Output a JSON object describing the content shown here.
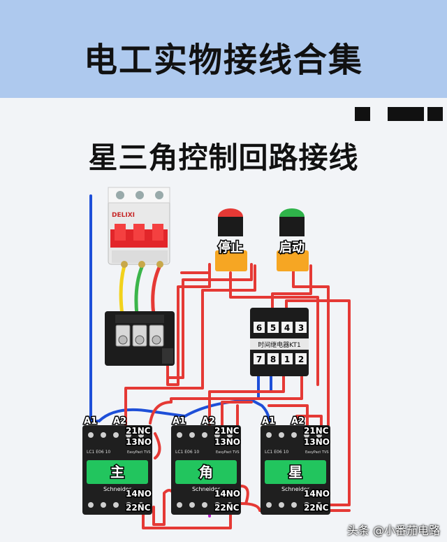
{
  "banner": {
    "title": "电工实物接线合集"
  },
  "subtitle": "星三角控制回路接线",
  "breaker": {
    "brand": "DELIXI"
  },
  "buttons": {
    "stop": "停止",
    "start": "启动"
  },
  "timer": {
    "top_terminals": [
      "6",
      "5",
      "4",
      "3"
    ],
    "bottom_terminals": [
      "7",
      "8",
      "1",
      "2"
    ],
    "label": "时间继电器KT1"
  },
  "contactors": [
    {
      "name": "主",
      "a1": "A1",
      "a2": "A2",
      "t21": "21NC",
      "t13": "13NO",
      "t14": "14NO",
      "t22": "22NC",
      "model": "LC1 E06 10",
      "brand": "Schneider",
      "series": "EasyPact TVS"
    },
    {
      "name": "角",
      "a1": "A1",
      "a2": "A2",
      "t21": "21NC",
      "t13": "13NO",
      "t14": "14NO",
      "t22": "22NC",
      "model": "LC1 E06 10",
      "brand": "Schneider",
      "series": "EasyPact TVS"
    },
    {
      "name": "星",
      "a1": "A1",
      "a2": "A2",
      "t21": "21NC",
      "t13": "13NO",
      "t14": "14NO",
      "t22": "22NC",
      "model": "LC1 E06 10",
      "brand": "Schneider",
      "series": "EasyPact TVS"
    }
  ],
  "watermark": "头条 @小番茄电路",
  "colors": {
    "wire_red": "#e53935",
    "wire_blue": "#1e4fd8",
    "wire_yellow": "#f2d21b",
    "wire_green": "#3bb54a",
    "contactor_body": "#1f1f1f",
    "contactor_window": "#22c55e",
    "banner": "#aec9ee"
  }
}
